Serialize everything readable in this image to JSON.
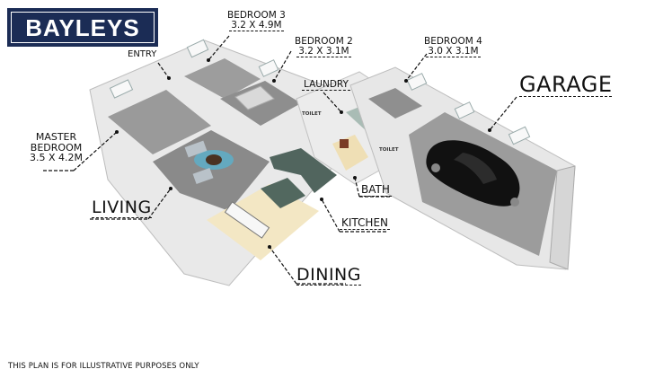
{
  "brand": {
    "logo_text": "BAYLEYS",
    "logo_bg": "#1b2c55",
    "logo_fg": "#ffffff"
  },
  "rooms": {
    "entry": {
      "name": "ENTRY"
    },
    "bedroom3": {
      "name": "BEDROOM 3",
      "dims": "3.2 X 4.9M"
    },
    "bedroom2": {
      "name": "BEDROOM 2",
      "dims": "3.2 X 3.1M"
    },
    "bedroom4": {
      "name": "BEDROOM 4",
      "dims": "3.0 X 3.1M"
    },
    "laundry": {
      "name": "LAUNDRY"
    },
    "garage": {
      "name": "GARAGE"
    },
    "master": {
      "name_line1": "MASTER",
      "name_line2": "BEDROOM",
      "dims": "3.5 X 4.2M"
    },
    "living": {
      "name": "LIVING"
    },
    "bath": {
      "name": "BATH"
    },
    "kitchen": {
      "name": "KITCHEN"
    },
    "dining": {
      "name": "DINING"
    },
    "toilet1": {
      "name": "TOILET"
    },
    "toilet2": {
      "name": "TOILET"
    }
  },
  "colors": {
    "wall": "#f2f2f2",
    "floor_carpet": "#8c8c8c",
    "floor_kitchen": "#f3e7c4",
    "bench": "#51655e",
    "car": "#111111",
    "leader": "#111111"
  },
  "footer": {
    "disclaimer": "THIS PLAN IS FOR ILLUSTRATIVE PURPOSES ONLY"
  }
}
